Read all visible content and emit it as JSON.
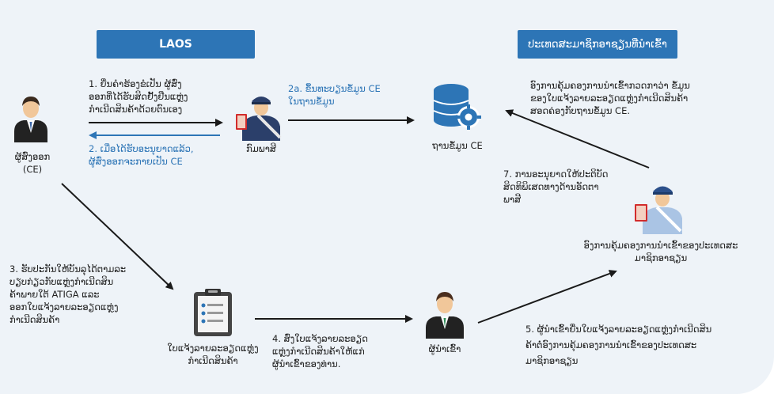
{
  "headers": {
    "laos": "LAOS",
    "importing": "ປະເທດສະມາຊິກອາຊຽນທີ່ນຳເຂົ້າ"
  },
  "nodes": {
    "exporter": "ຜູ້ສົ່ງອອກ\n(CE)",
    "customs": "ກົມພາສີ",
    "database": "ຖານຂໍ້ມູນ CE",
    "document": "ໃບແຈ້ງລາຍລະອຽດແຫຼ່ງ\nກຳເນີດສິນຄ້າ",
    "importer": "ຜູ້ນຳເຂົ້າ",
    "import_authority": "ອົງການຄຸ້ມຄອງການນຳເຂົ້າຂອງປະເທດສະ\nມາຊິກອາຊຽນ"
  },
  "steps": {
    "s1": "1.  ຍື່ນຄຳຮ້ອງຂໍເປັນ ຜູ້ສົ່ງ\nອອກທີ່ໄດ້ຮັບສິດຢັ້ງຢືນແຫຼ່ງ\nກຳເນີດສິນຄ້າດ້ວຍຕົນເອງ",
    "s2": "2.  ເມື່ອໄດ້ຮັບອະນຸຍາດແລ້ວ,\nຜູ້ສົ່ງອອກຈະກາຍເປັນ CE",
    "s2a": "2a.  ຂຶ້ນທະບຽນຂໍ້ມູນ CE\nໃນຖານຂໍ້ມູນ",
    "s3": "3.  ຮັບປະກັນໃຫ້ບັນລຸໄດ້ຕາມລະ\nບຽບກ່ຽວກັບແຫຼ່ງກຳເນີດສິນ\nຄ້າພາຍໃຕ້ ATIGA ແລະ\nອອກໃບແຈ້ງລາຍລະອຽດແຫຼ່ງ\nກຳເນີດສິນຄ້າ",
    "s4": "4.  ສົ່ງໃບແຈ້ງລາຍລະອຽດ\nແຫຼ່ງກຳເນີດສິນຄ້າໃຫ້ແກ່\nຜູ້ນຳເຂົ້າຂອງທ່ານ.",
    "s5": "5.  ຜູ້ນຳເຂົ້າຍື່ນໃບແຈ້ງລາຍລະອຽດແຫຼ່ງກຳເນີດສິນ\nຄ້າຕໍ່ອົງການຄຸ້ມຄອງການນຳເຂົ້າຂອງປະເທດສະ\nມາຊິກອາຊຽນ",
    "s6": "ອົງການຄຸ້ມຄອງການນຳເຂົ້າກວດກາວ່າ ຂໍ້ມູນ\nຂອງໃບແຈ້ງລາຍລະອຽດແຫຼ່ງກຳເນີດສິນຄ້າ\nສອດຄ່ອງກັບຖານຂໍ້ມູນ CE.",
    "s7": "7.  ການອະນຸຍາດໃຫ້ປະຕິບັດ\nສິດທິພິເສດທາງດ້ານອັດຕາ\nພາສີ"
  },
  "colors": {
    "header": "#2d75b6",
    "panel": "#eef3f8",
    "arrow": "#1a1a1a",
    "blue_text": "#2d75b6"
  }
}
